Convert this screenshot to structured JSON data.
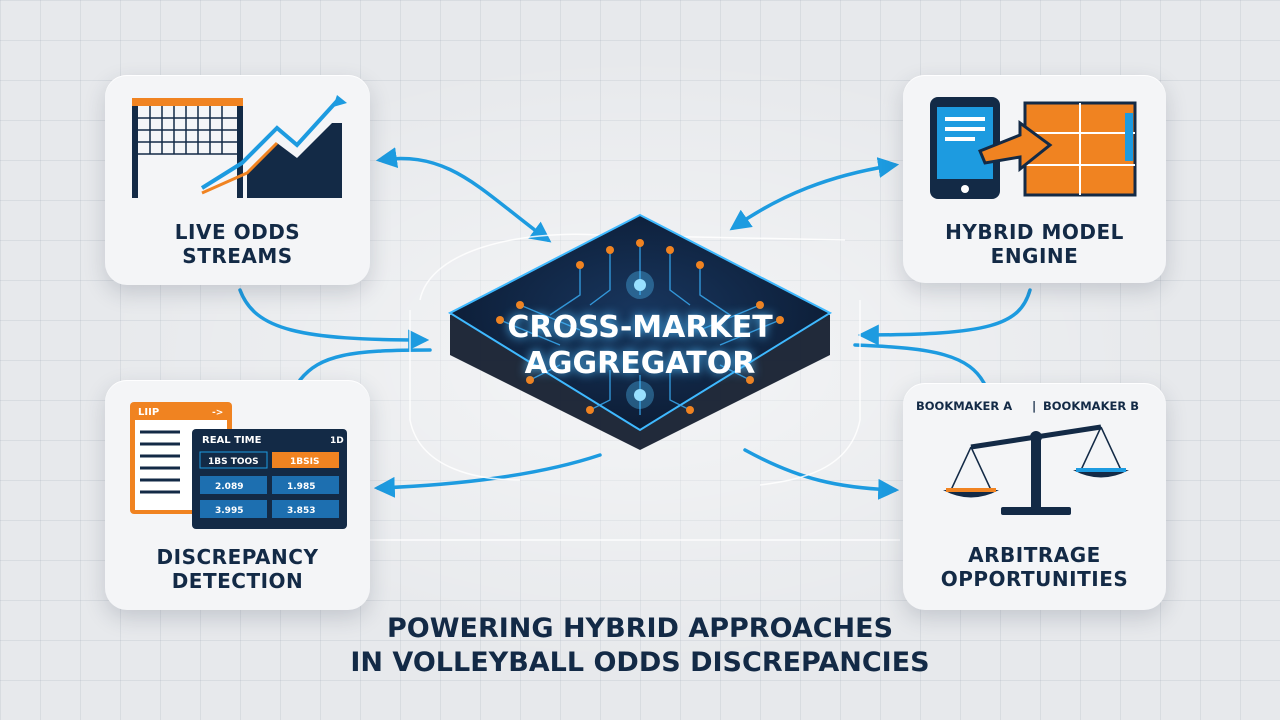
{
  "hub": {
    "line1": "CROSS-MARKET",
    "line2": "AGGREGATOR"
  },
  "cards": {
    "live_odds": {
      "line1": "LIVE ODDS",
      "line2": "STREAMS"
    },
    "hybrid_model": {
      "line1": "HYBRID MODEL",
      "line2": "ENGINE"
    },
    "discrepancy": {
      "line1": "DISCREPANCY",
      "line2": "DETECTION",
      "panel_back_title": "LIIP",
      "panel_back_arrow": "->",
      "panel_title": "REAL TIME",
      "panel_counter": "1D",
      "rows": [
        {
          "left": "1BS TOOS",
          "right": "1BSIS"
        },
        {
          "left": "2.089",
          "right": "1.985"
        },
        {
          "left": "3.995",
          "right": "3.853"
        }
      ]
    },
    "arbitrage": {
      "line1": "ARBITRAGE",
      "line2": "OPPORTUNITIES",
      "bookmaker_a": "BOOKMAKER A",
      "separator": "|",
      "bookmaker_b": "BOOKMAKER B"
    }
  },
  "footer": {
    "line1": "POWERING HYBRID APPROACHES",
    "line2": "IN VOLLEYBALL ODDS DISCREPANCIES"
  },
  "colors": {
    "navy": "#132a46",
    "orange": "#f08321",
    "blue": "#1d9be0",
    "glow": "#4fc3ff",
    "background": "#e7e9ec",
    "card": "#f4f5f7"
  },
  "icons": [
    "volleyball-net-icon",
    "trend-chart-icon",
    "tablet-icon",
    "arrow-icon",
    "court-icon",
    "odds-table-icon",
    "scale-icon",
    "circuit-chip-icon"
  ]
}
